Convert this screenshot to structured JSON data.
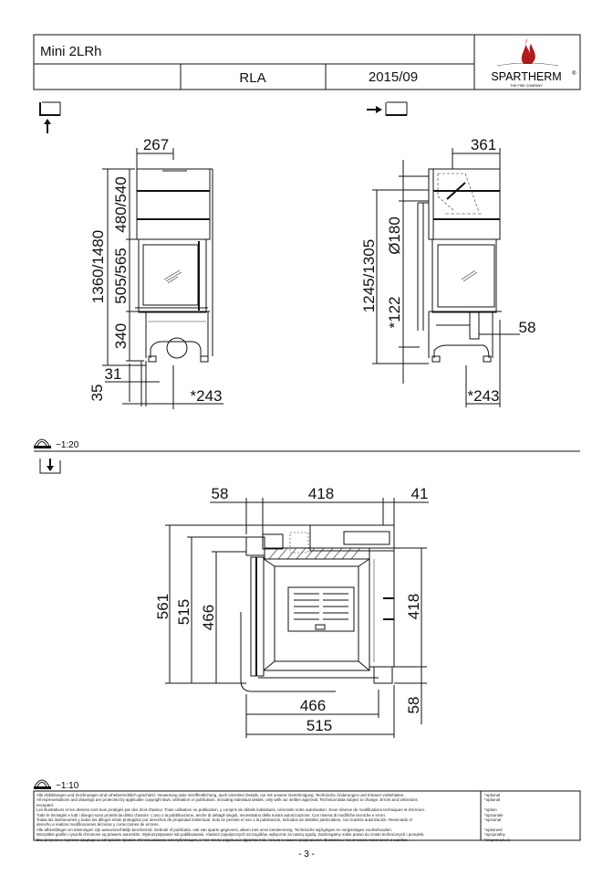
{
  "header": {
    "model": "Mini 2LRh",
    "empty_cell": "",
    "code": "RLA",
    "date": "2015/09",
    "logo": {
      "brand": "SPARTHERM",
      "registered": "®",
      "tagline": "THE FIRE COMPANY",
      "flame_color": "#b01c1c"
    }
  },
  "front_view": {
    "icon": "front-view-icon",
    "dims": {
      "width": "267",
      "total_height": "1360/1480",
      "top_height": "480/540",
      "firebox_height": "505/565",
      "base_height": "340",
      "foot_offset": "35",
      "side_offset": "31",
      "depth": "*243"
    }
  },
  "side_view": {
    "icon": "side-view-icon",
    "dims": {
      "width": "361",
      "total_height": "1245/1305",
      "flue_diameter": "Ø180",
      "air_inlet": "*122",
      "side_offset": "58",
      "depth": "*243"
    }
  },
  "scale_top": {
    "icon": "scale-ruler-icon",
    "label": "~1:20"
  },
  "plan_view": {
    "icon": "plan-view-icon",
    "dims": {
      "left": "58",
      "top_width": "418",
      "right": "41",
      "outer_depth": "561",
      "depth_515": "515",
      "depth_466": "466",
      "right_depth": "418",
      "right_bottom": "58",
      "bottom_466": "466",
      "bottom_515": "515"
    }
  },
  "scale_bottom": {
    "icon": "scale-ruler-icon",
    "label": "~1:10"
  },
  "legal": {
    "lines": [
      "Alle Abbildungen und Zeichnungen sind urheberrechtlich geschützt. Verwertung oder Veröffentlichung, auch einzelner Details, nur mit unserer Genehmigung. Technische Änderungen und Irrtümer vorbehalten.",
      "All representations and drawings are protected by applicable copyright laws. Utilisation or publication, including individual details, only with our written approval. Technical data subject to change. Errors and omissions",
      "excepted.",
      "Les illustrations et les dessins sont tous protégés par des droit d'auteur. Toute utilisation ou publication, y compris de détails individuels, nécessite notre autorisation. Sous réserve de modifications techniques et d'erreurs.",
      "Tutte le immagini e tutti i disegni sono protetti da diritto d'autore. L'uso o la pubblicazione, anche di dettagli singoli, necessitano della nostra autorizzazione. Con riserva di modifiche tecniche e errori.",
      "Todas las ilustraciones y todos los dibujos están protegidos por derechos de propiedad intelectual. Solo se permite el uso o la publicación, incluidos de detalles particulares, con nuestra autorización. Reservado el",
      "derecho a realizar modificaciones técnicas y correcciones de errores.",
      "Alle afbeeldingen en tekeningen zijn auteursrechtelijk beschermd. Gebruik of publicatie, ook van aparte gegevens, alleen met onze toestemming. Technische wijzigingen en vergissingen voorbehouden.",
      "Wszystkie grafiki i rysunki chronione są prawem autorskim. Wykorzystywanie lub publikowanie, również pojedynczych szczegółów, wyłącznie za naszą zgodą. Zastrzegamy sobie prawo do zmian technicznych i pomyłek.",
      "Все рисунки и чертежи защищены авторским правом. Использование или публикация, в том числе отдельных фрагментов, только с нашего разрешения. Возможны технические изменения и ошибки."
    ],
    "optional": [
      "*optional",
      "*optional",
      "",
      "*option",
      "*opzionale",
      "*opcional",
      "",
      "*optioneel",
      "*opcjonalny",
      "*опционально"
    ]
  },
  "page_number": "- 3 -"
}
